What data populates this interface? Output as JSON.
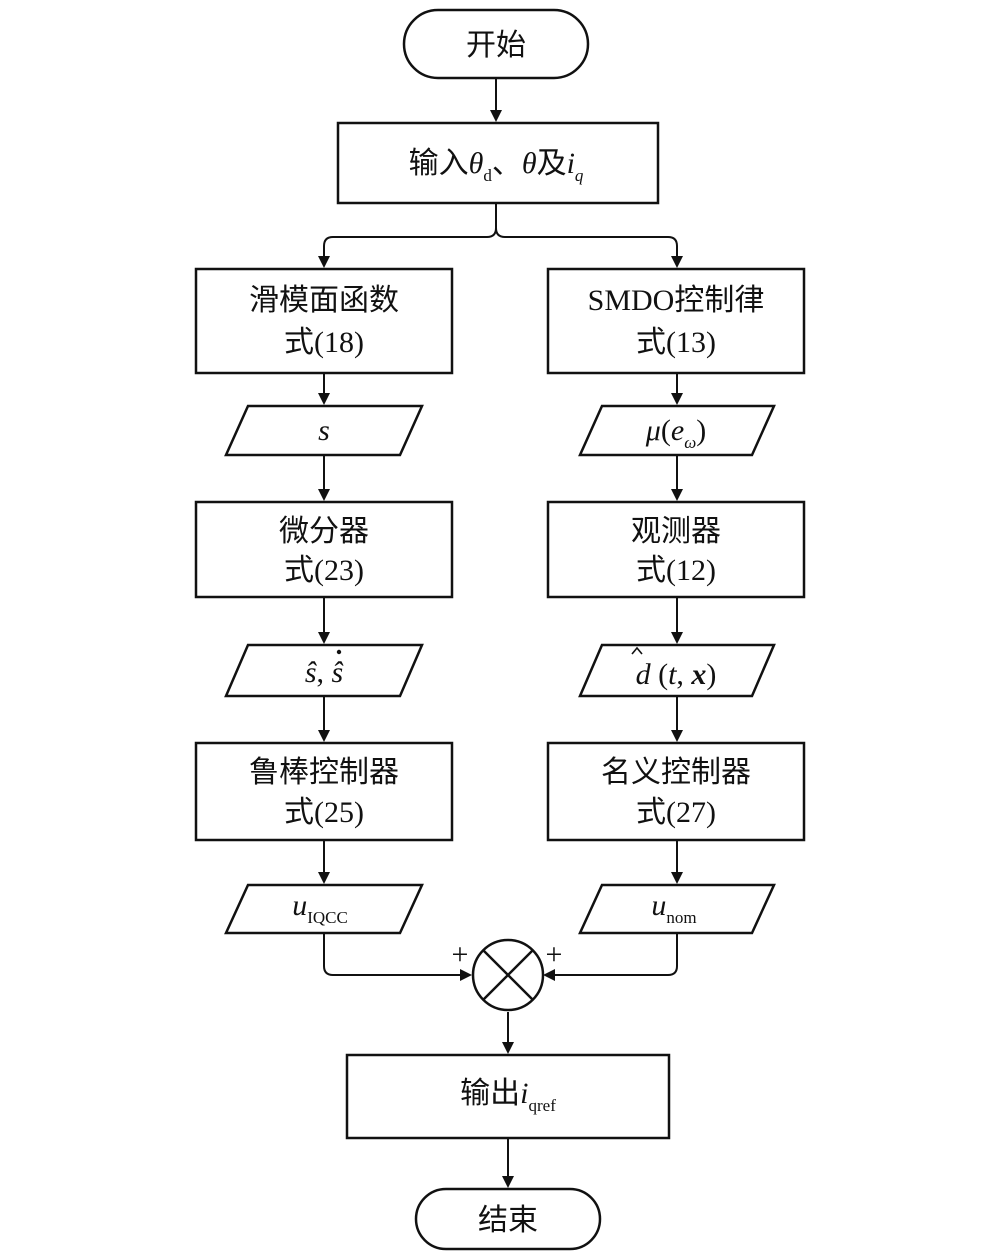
{
  "flow": {
    "start": "开始",
    "end": "结束",
    "input": {
      "prefix": "输入",
      "theta": "θ",
      "sub_d": "d",
      "sep": "、",
      "theta2": "θ",
      "and": "及",
      "i": "i",
      "sub_q": "q"
    },
    "left": {
      "sliding_surface": {
        "line1": "滑模面函数",
        "line2": "式(18)"
      },
      "s_output": "s",
      "differentiator": {
        "line1": "微分器",
        "line2": "式(23)"
      },
      "s_hat_output": {
        "s_hat": "ŝ",
        "comma": ",",
        "s_hat_dot": "ŝ"
      },
      "robust_controller": {
        "line1": "鲁棒控制器",
        "line2": "式(25)"
      },
      "u_iqcc": {
        "u": "u",
        "sub": "IQCC"
      }
    },
    "right": {
      "smdo_law": {
        "line1": "SMDO控制律",
        "line2": "式(13)"
      },
      "mu_output": {
        "mu": "μ",
        "open": "(",
        "e": "e",
        "sub": "ω",
        "close": ")"
      },
      "observer": {
        "line1": "观测器",
        "line2": "式(12)"
      },
      "d_hat_output": {
        "d": "d",
        "open": "(",
        "t": "t",
        "comma": ",",
        "x": "x",
        "close": ")"
      },
      "nominal_controller": {
        "line1": "名义控制器",
        "line2": "式(27)"
      },
      "u_nom": {
        "u": "u",
        "sub": "nom"
      }
    },
    "sum": {
      "plus_left": "+",
      "plus_right": "+"
    },
    "output": {
      "prefix": "输出",
      "i": "i",
      "sub": "qref"
    }
  }
}
